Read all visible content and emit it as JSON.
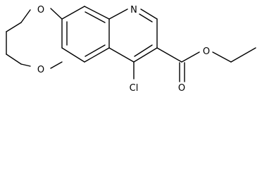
{
  "molecule": {
    "atoms": [
      {
        "id": "o1",
        "symbol": "O"
      },
      {
        "id": "o2",
        "symbol": "O"
      },
      {
        "id": "n",
        "symbol": "N"
      },
      {
        "id": "cl",
        "symbol": "Cl"
      },
      {
        "id": "o3",
        "symbol": "O"
      },
      {
        "id": "o4",
        "symbol": "O"
      }
    ]
  }
}
